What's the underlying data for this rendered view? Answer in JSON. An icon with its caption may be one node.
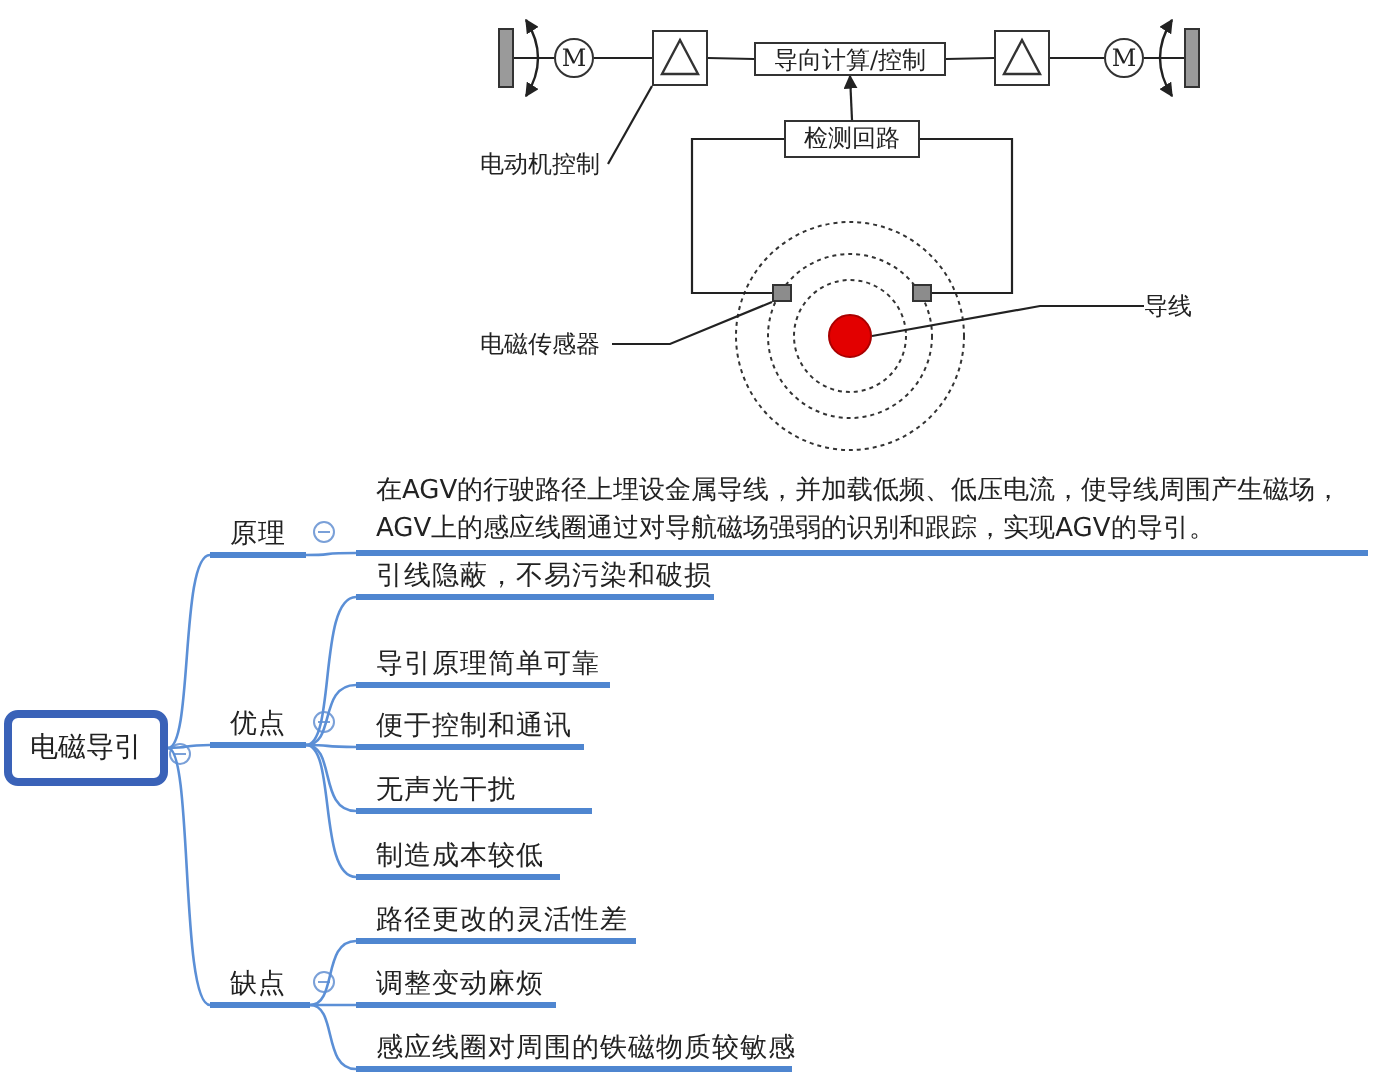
{
  "diagram": {
    "nodes": [
      {
        "text": [],
        "shape": "bar"
      },
      {
        "text": [
          "M"
        ]
      },
      {
        "text": [],
        "shape": "box"
      },
      {
        "text": [
          "导向计算/控制"
        ]
      },
      {
        "text": [],
        "shape": "box"
      },
      {
        "text": [
          "M"
        ]
      },
      {
        "text": [],
        "shape": "bar"
      },
      {
        "text": [
          "检测回路"
        ]
      },
      {
        "text": [],
        "shape": "box"
      },
      {
        "text": [],
        "shape": "box"
      },
      {
        "text": [],
        "shape": "circle"
      },
      {
        "text": [
          "电动机控制"
        ]
      },
      {
        "text": [
          "电磁传感器"
        ]
      },
      {
        "text": [
          "导线"
        ]
      },
      {
        "text": [
          "电磁导引"
        ]
      },
      {
        "text": [
          "原理"
        ]
      },
      {
        "text": [
          "在AGV的行驶路径上埋设金属导线，并加载低频、低压电流，使导线周围产生磁场，AGV上的感应线圈通过对导航磁场强弱的识别和跟踪，实现AGV的导引。"
        ]
      },
      {
        "text": [
          "优点"
        ]
      },
      {
        "text": [
          "引线隐蔽，不易污染和破损"
        ]
      },
      {
        "text": [
          "导引原理简单可靠"
        ]
      },
      {
        "text": [
          "便于控制和通讯"
        ]
      },
      {
        "text": [
          "无声光干扰"
        ]
      },
      {
        "text": [
          "制造成本较低"
        ]
      },
      {
        "text": [
          "缺点"
        ]
      },
      {
        "text": [
          "路径更改的灵活性差"
        ]
      },
      {
        "text": [
          "调整变动麻烦"
        ]
      },
      {
        "text": [
          "感应线圈对周围的铁磁物质较敏感"
        ]
      }
    ],
    "edges": [
      {
        "from": 0,
        "to": 1,
        "arrow": "none"
      },
      {
        "from": 1,
        "to": 2,
        "arrow": "none"
      },
      {
        "from": 2,
        "to": 3,
        "arrow": "none"
      },
      {
        "from": 3,
        "to": 4,
        "arrow": "none"
      },
      {
        "from": 4,
        "to": 5,
        "arrow": "none"
      },
      {
        "from": 5,
        "to": 6,
        "arrow": "none"
      },
      {
        "from": 7,
        "to": 3,
        "arrow": "to"
      },
      {
        "from": 7,
        "to": 8,
        "arrow": "none"
      },
      {
        "from": 7,
        "to": 9,
        "arrow": "none"
      },
      {
        "from": 11,
        "to": 2,
        "arrow": "none"
      },
      {
        "from": 12,
        "to": 8,
        "arrow": "none"
      },
      {
        "from": 13,
        "to": 10,
        "arrow": "none"
      },
      {
        "from": 14,
        "to": 15,
        "arrow": "none",
        "color": "#5b8fd6"
      },
      {
        "from": 14,
        "to": 17,
        "arrow": "none",
        "color": "#5b8fd6"
      },
      {
        "from": 14,
        "to": 23,
        "arrow": "none",
        "color": "#5b8fd6"
      },
      {
        "from": 15,
        "to": 16,
        "arrow": "none",
        "color": "#5b8fd6"
      },
      {
        "from": 17,
        "to": 18,
        "arrow": "none",
        "color": "#5b8fd6"
      },
      {
        "from": 17,
        "to": 19,
        "arrow": "none",
        "color": "#5b8fd6"
      },
      {
        "from": 17,
        "to": 20,
        "arrow": "none",
        "color": "#5b8fd6"
      },
      {
        "from": 17,
        "to": 21,
        "arrow": "none",
        "color": "#5b8fd6"
      },
      {
        "from": 17,
        "to": 22,
        "arrow": "none",
        "color": "#5b8fd6"
      },
      {
        "from": 23,
        "to": 24,
        "arrow": "none",
        "color": "#5b8fd6"
      },
      {
        "from": 23,
        "to": 25,
        "arrow": "none",
        "color": "#5b8fd6"
      },
      {
        "from": 23,
        "to": 26,
        "arrow": "none",
        "color": "#5b8fd6"
      }
    ]
  }
}
